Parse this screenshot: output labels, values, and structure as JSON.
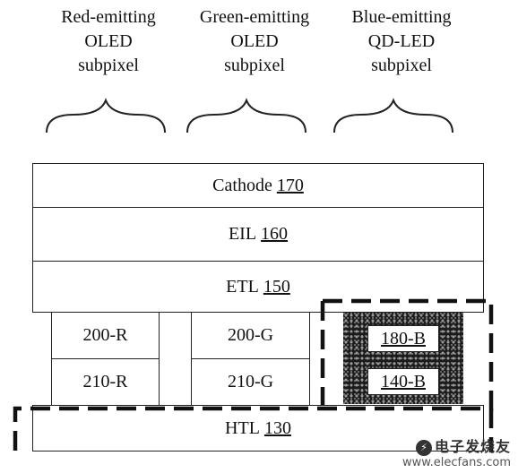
{
  "headers": [
    {
      "lines": [
        "Red-emitting",
        "OLED",
        "subpixel"
      ]
    },
    {
      "lines": [
        "Green-emitting",
        "OLED",
        "subpixel"
      ]
    },
    {
      "lines": [
        "Blue-emitting",
        "QD-LED",
        "subpixel"
      ]
    }
  ],
  "layers": {
    "cathode": {
      "name": "Cathode",
      "ref": "170"
    },
    "eil": {
      "name": "EIL",
      "ref": "160"
    },
    "etl": {
      "name": "ETL",
      "ref": "150"
    },
    "htl": {
      "name": "HTL",
      "ref": "130"
    }
  },
  "cells": {
    "red_top": "200-R",
    "red_bottom": "210-R",
    "green_top": "200-G",
    "green_bottom": "210-G",
    "blue_top": "180-B",
    "blue_bottom": "140-B"
  },
  "watermark": {
    "brand": "电子发烧友",
    "url": "www.elecfans.com"
  }
}
